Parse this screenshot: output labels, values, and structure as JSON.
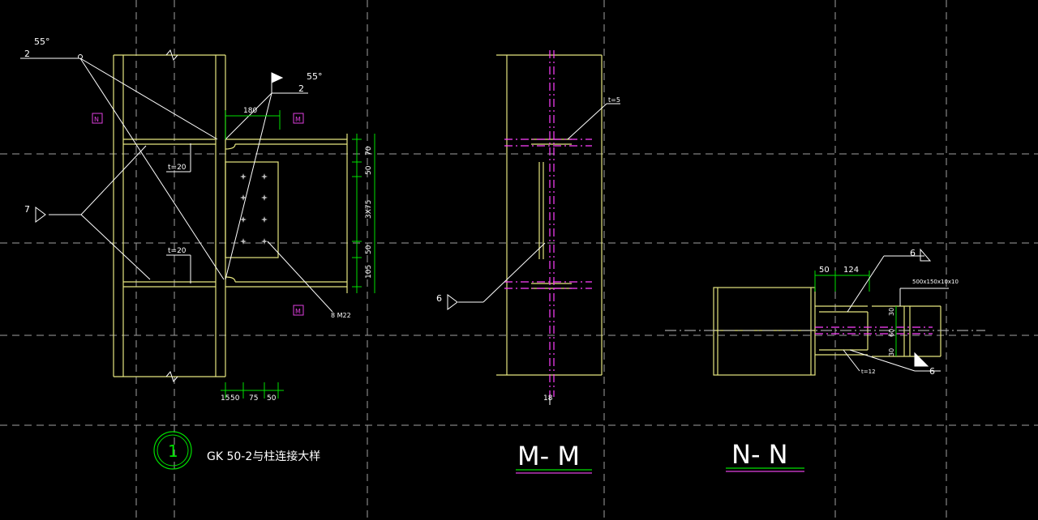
{
  "colors": {
    "background": "#000000",
    "grid": "#c8c8c8",
    "steel": "#e6e680",
    "leader": "#ffffff",
    "dimension": "#00e000",
    "section_mark": "#e040e0",
    "center_line": "#ff40ff",
    "text": "#ffffff"
  },
  "detail1": {
    "weld_55_top": "55°",
    "weld_2_top": "2",
    "weld_55_right": "55°",
    "weld_2_right": "2",
    "dim_180": "180",
    "stiffener_t20_top": "t=20",
    "stiffener_t20_bottom": "t=20",
    "weld_7": "7",
    "section_mark_n": "N",
    "section_mark_m_top": "M",
    "section_mark_m_bottom": "M",
    "bolt_spec": "8 M22",
    "dims_vertical": [
      "70",
      "50",
      "3X75",
      "50",
      "105"
    ],
    "dims_bottom": [
      "15",
      "50",
      "75",
      "50"
    ],
    "detail_number": "1",
    "caption": "GK 50-2与柱连接大样"
  },
  "section_mm": {
    "plate_thk": "t=5",
    "weld_6": "6",
    "dim_bottom": "18",
    "title": "M- M"
  },
  "section_nn": {
    "dim_50": "50",
    "dim_124": "124",
    "weld_6_top": "6",
    "weld_6_bottom": "6",
    "beam_spec": "500x150x10x10",
    "dims_right": [
      "30",
      "60",
      "30"
    ],
    "plate_thk": "t=12",
    "title": "N- N"
  }
}
